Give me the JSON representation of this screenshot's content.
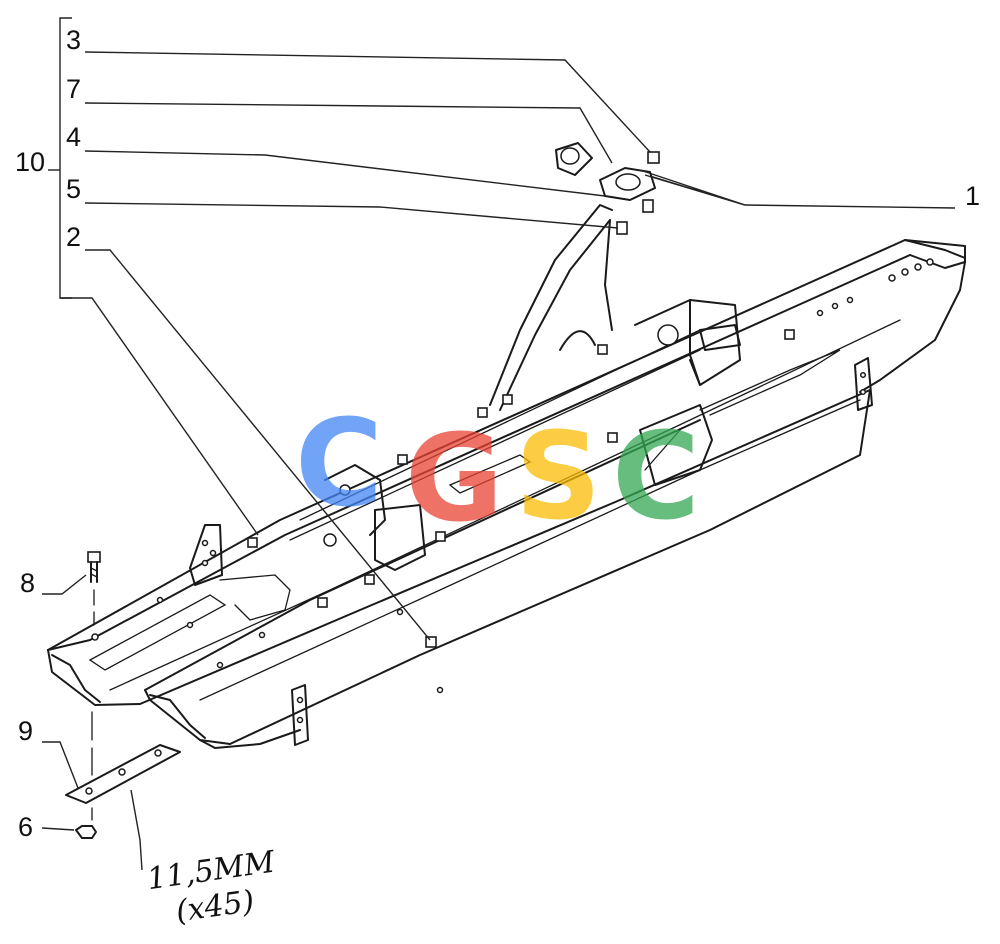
{
  "diagram": {
    "callouts": [
      {
        "id": "c3",
        "label": "3"
      },
      {
        "id": "c7",
        "label": "7"
      },
      {
        "id": "c4",
        "label": "4"
      },
      {
        "id": "c10",
        "label": "10"
      },
      {
        "id": "c5",
        "label": "5"
      },
      {
        "id": "c2",
        "label": "2"
      },
      {
        "id": "c1",
        "label": "1"
      },
      {
        "id": "c8",
        "label": "8"
      },
      {
        "id": "c9",
        "label": "9"
      },
      {
        "id": "c6",
        "label": "6"
      }
    ],
    "handwritten_note": {
      "line1": "11,5MM",
      "line2": "(x45)"
    },
    "watermark": {
      "letters": [
        "C",
        "G",
        "S",
        "C"
      ],
      "colors": [
        "#4285F4",
        "#EA4335",
        "#FBBC05",
        "#34A853"
      ]
    }
  }
}
